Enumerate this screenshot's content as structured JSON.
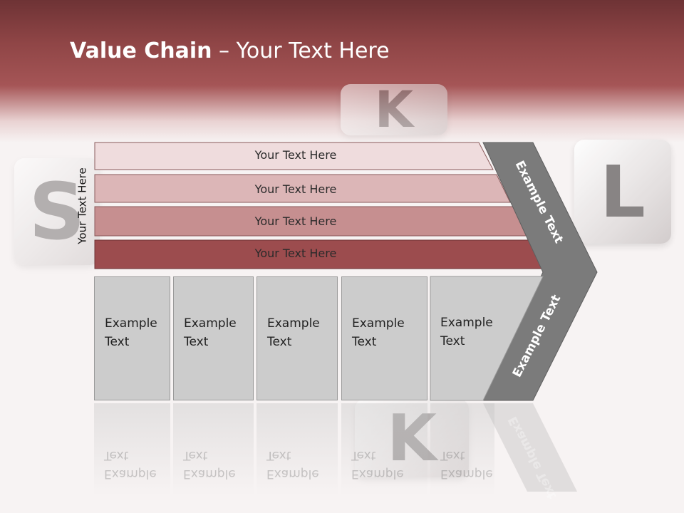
{
  "slide": {
    "title_bold": "Value Chain",
    "title_sep": " – ",
    "title_rest": "Your Text Here",
    "side_label": "Your Text Here"
  },
  "rows": [
    {
      "label": "Your Text Here",
      "color": "#efdcdd"
    },
    {
      "label": "Your Text Here",
      "color": "#dcb6b7"
    },
    {
      "label": "Your Text Here",
      "color": "#c68f90"
    },
    {
      "label": "Your Text Here",
      "color": "#9c4c4e"
    }
  ],
  "boxes": [
    {
      "line1": "Example",
      "line2": "Text"
    },
    {
      "line1": "Example",
      "line2": "Text"
    },
    {
      "line1": "Example",
      "line2": "Text"
    },
    {
      "line1": "Example",
      "line2": "Text"
    },
    {
      "line1": "Example",
      "line2": "Text"
    }
  ],
  "chevron": {
    "upper_label": "Example Text",
    "lower_label": "Example Text",
    "color": "#7b7b7b"
  },
  "background_letters": [
    "S",
    "K",
    "L",
    "K"
  ],
  "colors": {
    "header": "#9b4c4e",
    "box_fill": "#cccccc"
  }
}
